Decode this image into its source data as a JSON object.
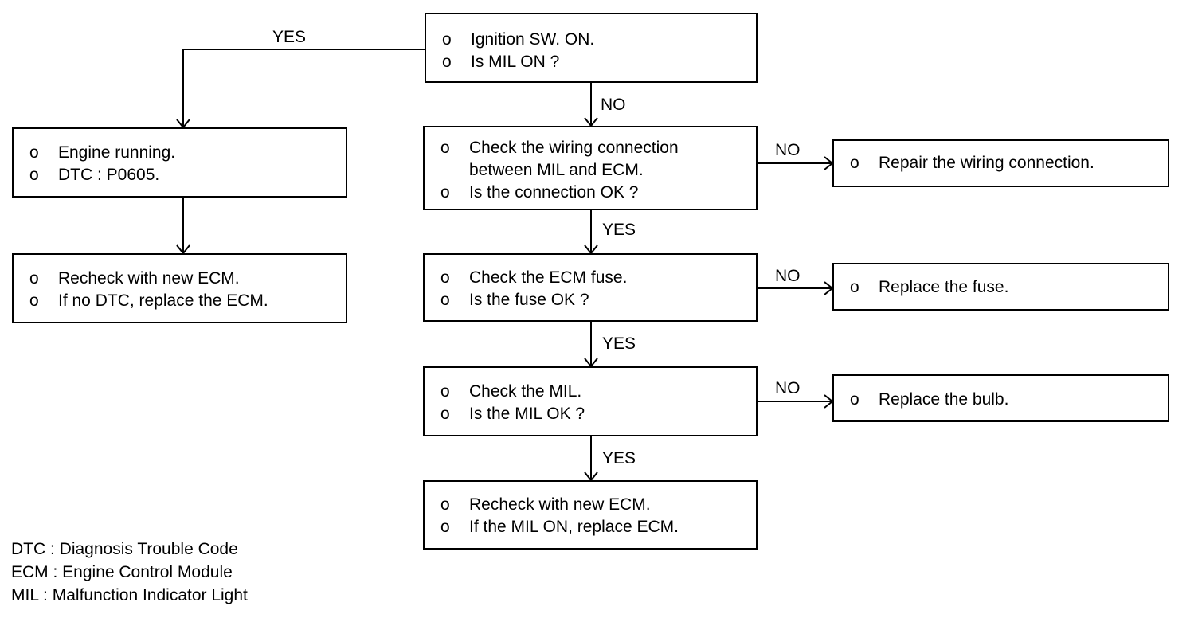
{
  "colors": {
    "line": "#000000",
    "background": "#ffffff"
  },
  "bullet": "o",
  "boxes": {
    "ignition": [
      "Ignition SW. ON.",
      "Is MIL ON ?"
    ],
    "engine": [
      "Engine running.",
      "DTC : P0605."
    ],
    "recheck_left": [
      "Recheck with new ECM.",
      "If no DTC, replace the ECM."
    ],
    "wiring": [
      "Check the wiring connection",
      "between MIL and ECM.",
      "Is the connection OK ?"
    ],
    "repair": [
      "Repair the wiring connection."
    ],
    "fuse": [
      "Check the ECM fuse.",
      "Is the fuse OK ?"
    ],
    "replace_fuse": [
      "Replace the fuse."
    ],
    "mil": [
      "Check the MIL.",
      "Is the MIL OK ?"
    ],
    "replace_bulb": [
      "Replace the bulb."
    ],
    "recheck_final": [
      "Recheck with new ECM.",
      "If the MIL ON, replace ECM."
    ]
  },
  "edges": {
    "ignition_yes": "YES",
    "ignition_no": "NO",
    "wiring_no": "NO",
    "wiring_yes": "YES",
    "fuse_no": "NO",
    "fuse_yes": "YES",
    "mil_no": "NO",
    "mil_yes": "YES"
  },
  "legend": [
    "DTC : Diagnosis Trouble Code",
    "ECM : Engine Control Module",
    "MIL : Malfunction Indicator Light"
  ]
}
